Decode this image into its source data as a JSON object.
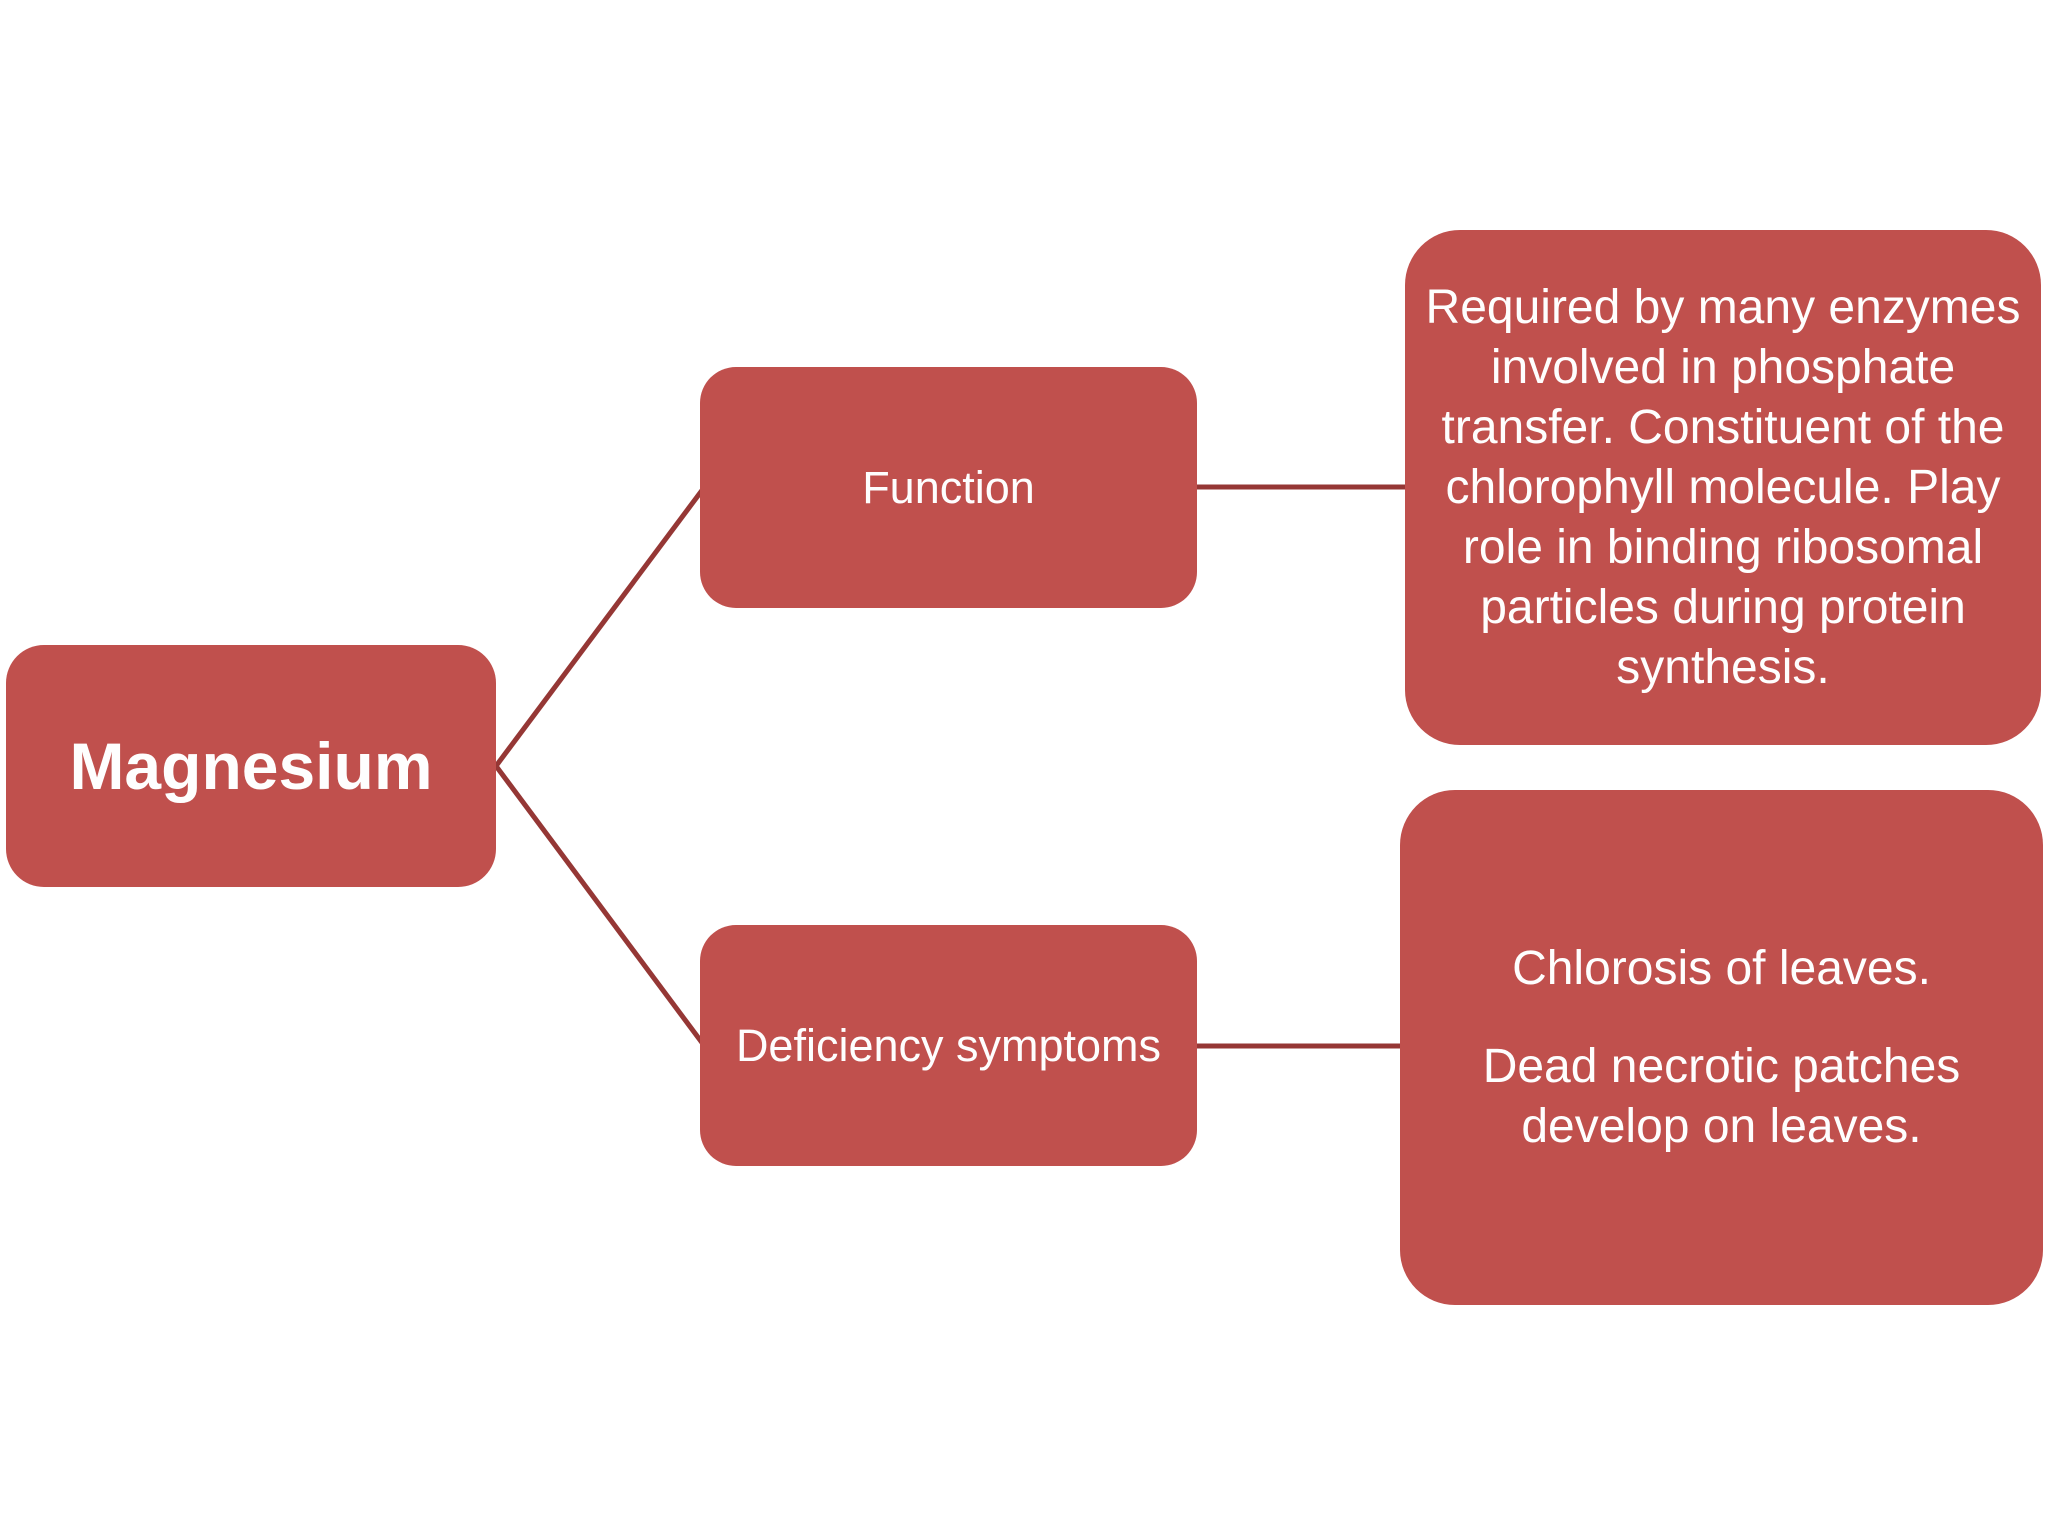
{
  "colors": {
    "background": "#ffffff",
    "box_fill": "#c0504d",
    "connector": "#953735",
    "text": "#fefefe"
  },
  "diagram": {
    "root": {
      "label": "Magnesium"
    },
    "function": {
      "label": "Function",
      "detail": "Required by many enzymes involved in phosphate transfer. Constituent of the chlorophyll molecule. Play role in binding ribosomal particles during protein synthesis.",
      "detail_lines": [
        "Required by many enzymes",
        "involved in phosphate",
        "transfer. Constituent of the",
        "chlorophyll molecule. Play",
        "role in binding ribosomal",
        "particles during protein",
        "synthesis."
      ]
    },
    "deficiency": {
      "label": "Deficiency symptoms",
      "paragraphs": [
        "Chlorosis of leaves.",
        "Dead necrotic patches develop on leaves."
      ]
    }
  }
}
